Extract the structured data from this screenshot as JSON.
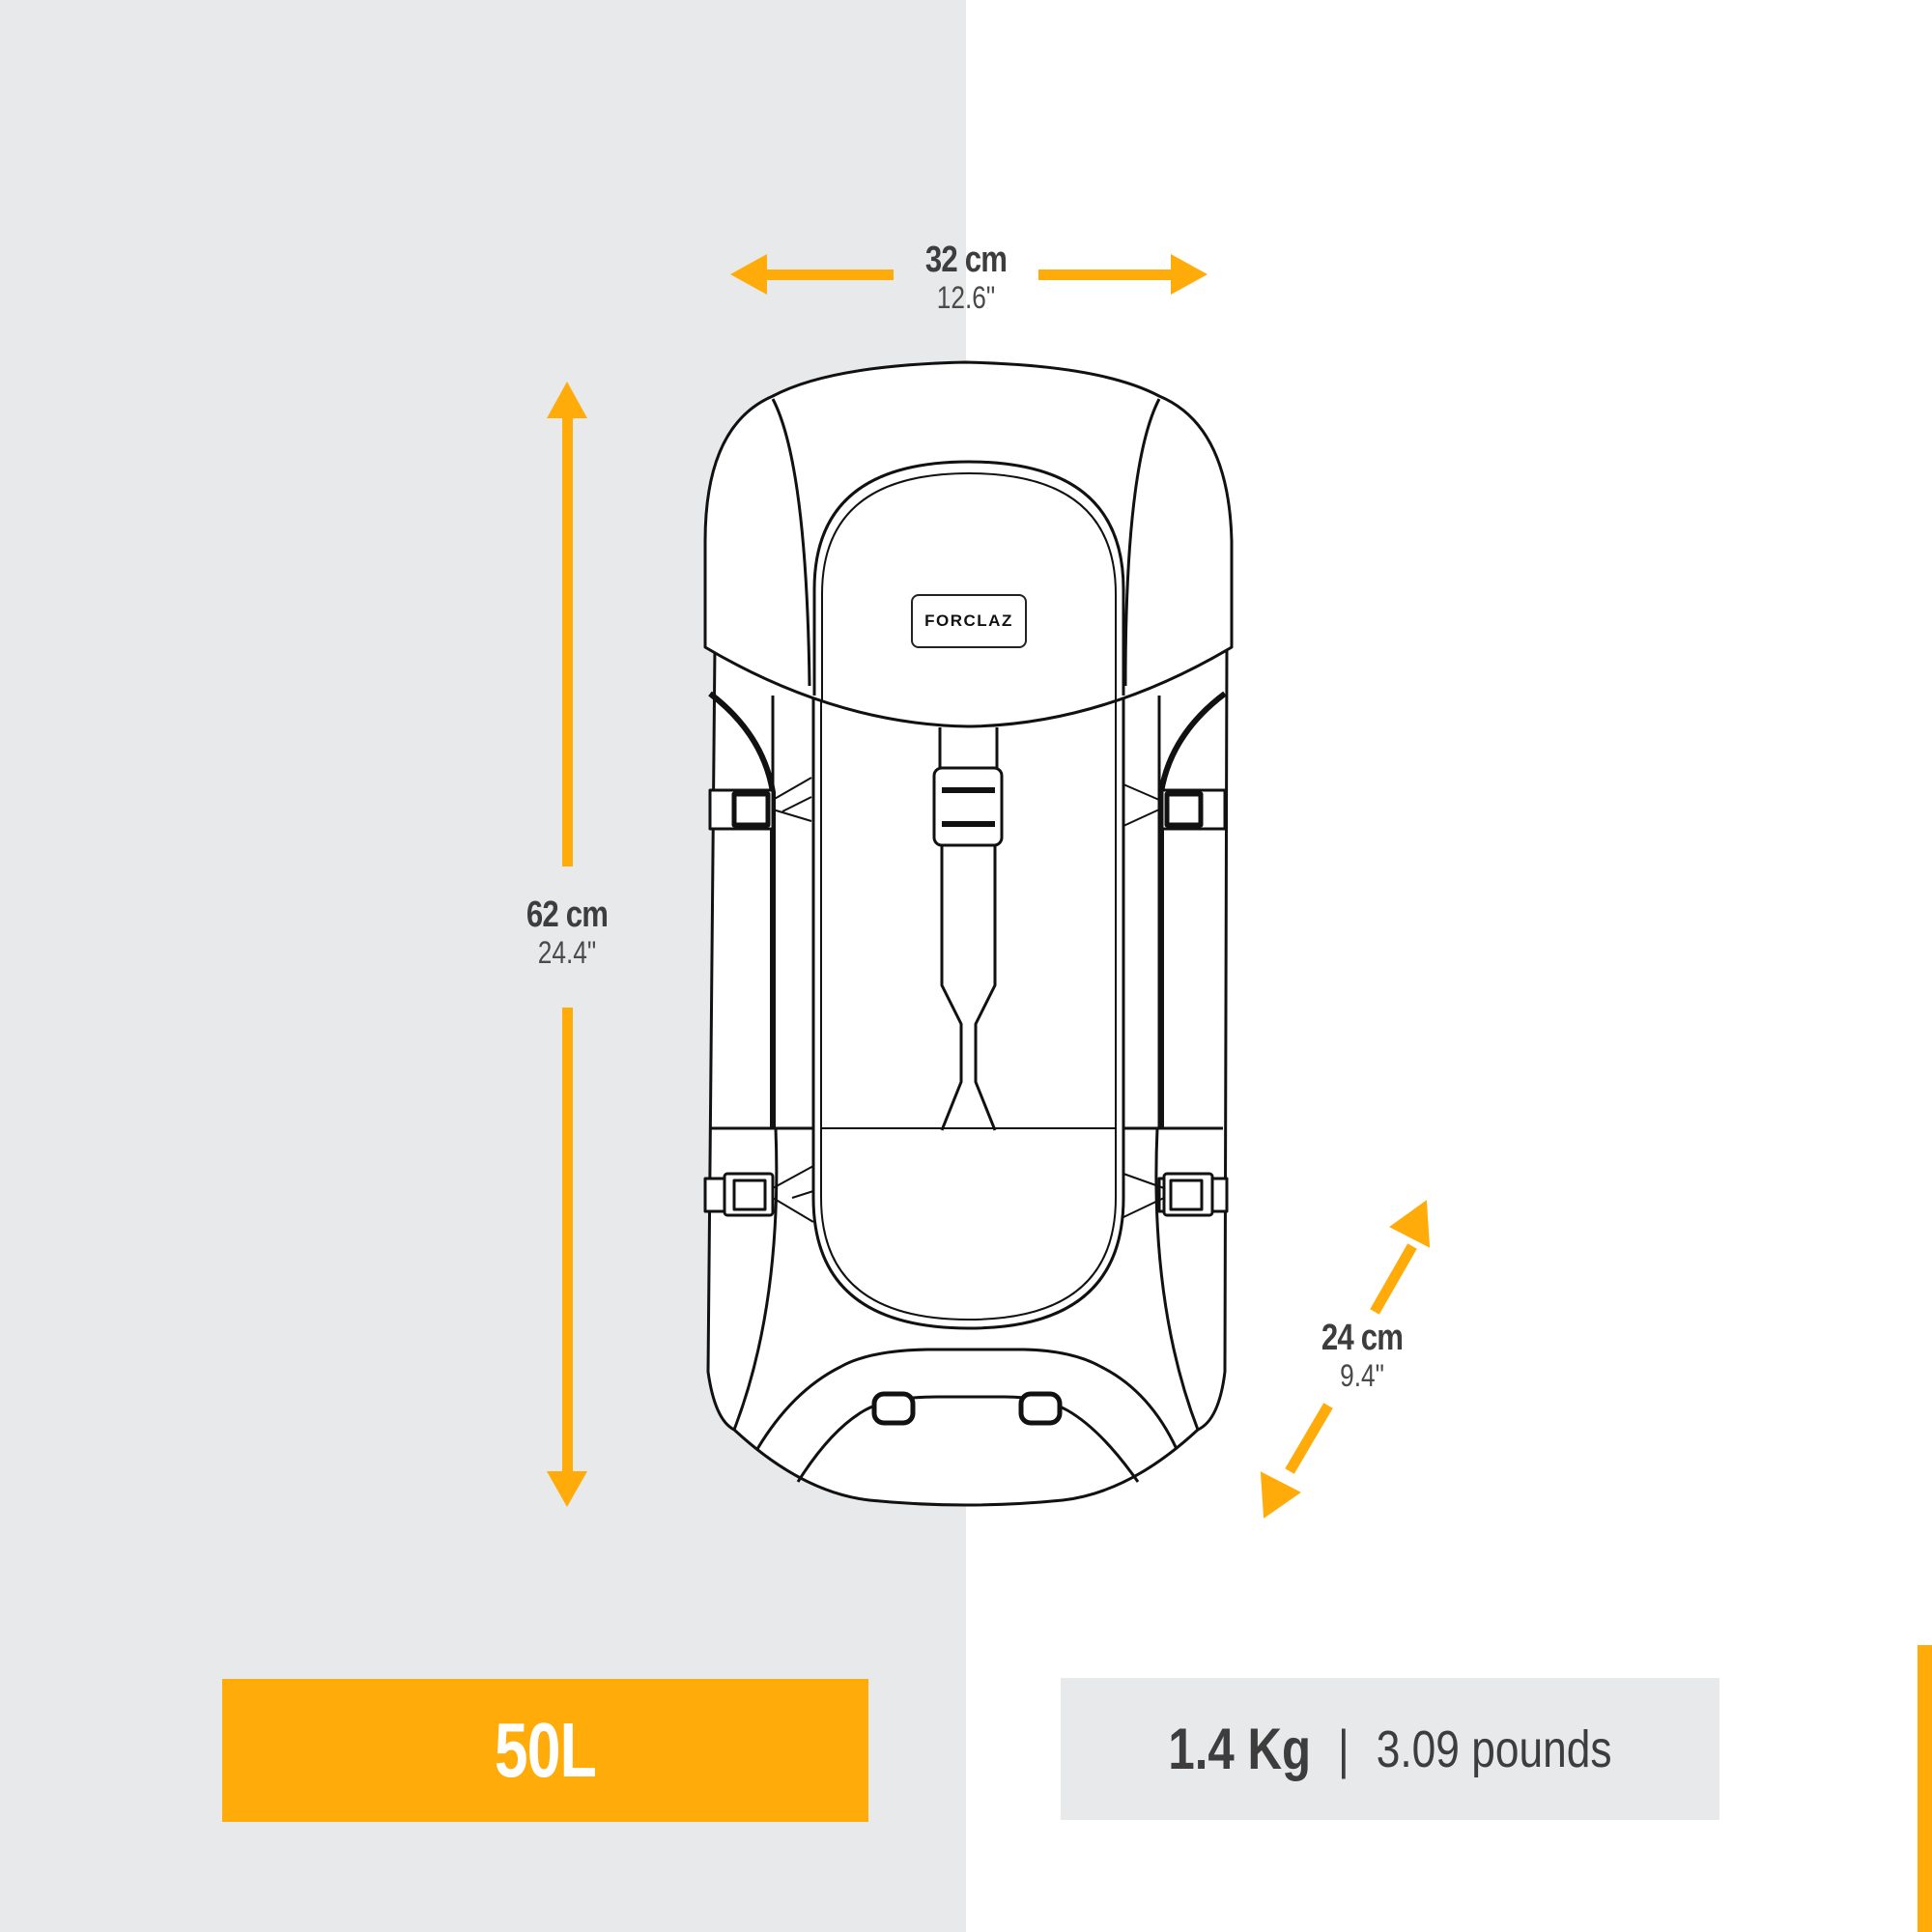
{
  "colors": {
    "accent": "#ffac0a",
    "left_background": "#e8e9ea",
    "right_background": "#ffffff",
    "text": "#3d3d3d",
    "outline": "#111111"
  },
  "product": {
    "brand_label": "FORCLAZ",
    "illustration": "backpack-line-drawing"
  },
  "dimensions": {
    "width": {
      "metric": "32 cm",
      "imperial": "12.6\""
    },
    "height": {
      "metric": "62 cm",
      "imperial": "24.4\""
    },
    "depth": {
      "metric": "24 cm",
      "imperial": "9.4\""
    }
  },
  "specs": {
    "capacity": "50L",
    "weight_metric": "1.4 Kg",
    "separator": "|",
    "weight_imperial": "3.09 pounds"
  },
  "icons": {
    "width_arrow": "double-arrow-horizontal-icon",
    "height_arrow": "double-arrow-vertical-icon",
    "depth_arrow": "double-arrow-diagonal-icon"
  }
}
